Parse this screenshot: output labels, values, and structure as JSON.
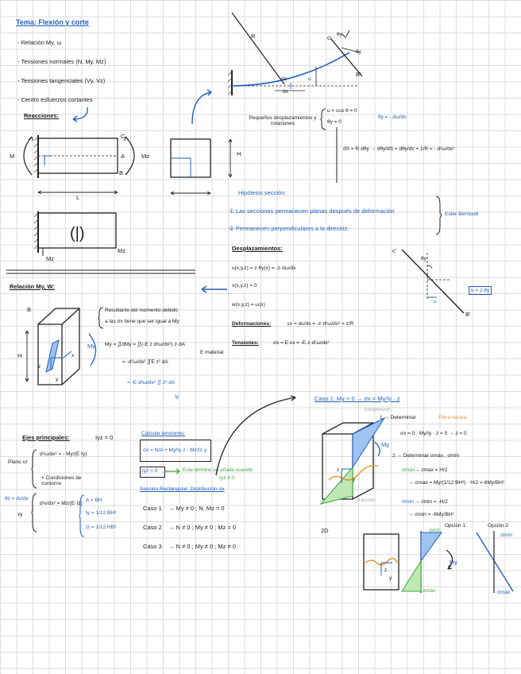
{
  "notes": {
    "title": "Tema: Flexión y corte",
    "bullets": [
      "- Relación  My, ω",
      "- Tensiones normales  (N, My, Mz)",
      "- Tensiones tangenciales  (Vy, Vz)",
      "- Centro esfuerzos cortantes"
    ],
    "reactions_heading": "Reacciones:",
    "labels": {
      "R": "R",
      "c_prime": "c'",
      "theta": "θy",
      "B_prime": "B'",
      "A": "A",
      "B": "B",
      "C": "C",
      "Mz": "Mz",
      "M": "M",
      "L": "L",
      "H": "H",
      "Mz_left": "Mz",
      "Mz_bottom": "Mz",
      "My": "My",
      "dx": "dx",
      "ds": "ds",
      "u": "u",
      "du": "du"
    },
    "small_disp": {
      "heading": "Pequeños desplazamientos y rotaciones",
      "cond1": "u = cos θ = 0",
      "cond2": "θy = 0",
      "eq": "θy = - dω/dx"
    },
    "curvature": "dS = R·dθy → dθy/dS = dθy/dx = 1/R = - d²ω/dx²",
    "hypothesis": {
      "heading": "Hipótesis sección:",
      "h1": "Las secciones permanecen planas después de deformación",
      "h2": "Permanecen perpendiculares a la directriz.",
      "ref": "Euler-Bernoulli"
    },
    "displacements": {
      "heading": "Desplazamientos:",
      "u": "u(x,y,z) = z·θy(x) = -z·dω/dx",
      "v": "v(x,y,z) = 0",
      "w": "w(x,y,z) = ω(x)",
      "def_label": "Deformaciones:",
      "def": "εx = du/dx = -z·d²ω/dx² = z/R",
      "ten_label": "Tensiones:",
      "ten": "σx = E·εx = -E·z·d²ω/dx²"
    },
    "rotated": {
      "c_prime": "c'",
      "theta": "θy",
      "B_prime": "B'",
      "u": "u",
      "eq": "u = z·θy"
    },
    "relation": {
      "heading": "Relación My, W:",
      "desc1": "Resultante del momento debido",
      "desc2": "a las σx tiene que ser igual a My",
      "eq1": "My = ∬dMy = ∬(-E z d²ω/dx²)·z·dA",
      "eq2": "= -d²ω/dx² ∬E z² dA",
      "note": "E material",
      "eq3": "= -E·d²ω/dx²·∬ z² dA",
      "Iy": "Iy",
      "B": "B",
      "H": "H",
      "My": "My",
      "z": "z",
      "y": "y",
      "x": "x",
      "dA": "dA"
    },
    "principal": {
      "heading": "Ejes principales:",
      "Iyz": "Iyz = 0",
      "plane_label": "Plano xz",
      "eq1": "d²ω/dx² = - My/(E·Iy)",
      "cc": "+ Condiciones de contorno",
      "plane2_label": "θz = dv/dx",
      "plane2": "xy",
      "eq2": "d²v/dx² = Mz/(E·Iz)",
      "A": "A = BH",
      "Iy": "Iy = 1/12 BH³",
      "Iz": "Iz = 1/12 HB³"
    },
    "stress_calc": {
      "heading": "Calcular tensiones:",
      "eq": "σx = N/A + My/Iy·z - Mz/Iz·y",
      "Iyz": "Iyz = 0",
      "note1": "Este término se añade cuando",
      "note2": "Iyz ≠ 0"
    },
    "rect": {
      "heading": "Sección Rectangular: Distribución σx",
      "case1_label": "Caso 1",
      "case1": "→   My ≠ 0   ;   N, Mz = 0",
      "case2_label": "Caso 2",
      "case2": "→   N ≠ 0   ;   My ≠ 0 ; Mz = 0",
      "case3_label": "Caso 3",
      "case3": "→   N ≠ 0   ;   My ≠ 0 ; Mz ≠ 0"
    },
    "case1": {
      "heading": "Caso 1:  My > 0  →  σx = My/Iy · z",
      "compression": "compresión",
      "traction": "tracción",
      "step1": "1  →  Determinar",
      "fibra": "Fibra neutra:",
      "fn_eq": "σx = 0 : My/Iy · z = 0  → z = 0",
      "step2": "2  →  Determinar σmáx , σmín",
      "smax_label": "σmáx",
      "smax1": "→ zmax = H/2",
      "smax2": "→ σmax = My/(1/12 BH³) · H/2 = 6My/BH²",
      "smin_label": "σmín",
      "smin1": "→ zmin = -H/2",
      "smin2": "→ σmin = -6My/BH²",
      "My": "My",
      "z": "z",
      "y": "y"
    },
    "bottom": {
      "label2D": "2D",
      "opt1": "Opción 1",
      "opt2": "Opción 2",
      "smax": "σmín",
      "smin": "σmáx",
      "smax2": "σmín",
      "smin2": "σmáx",
      "My": "My",
      "z": "z",
      "y": "y"
    }
  }
}
